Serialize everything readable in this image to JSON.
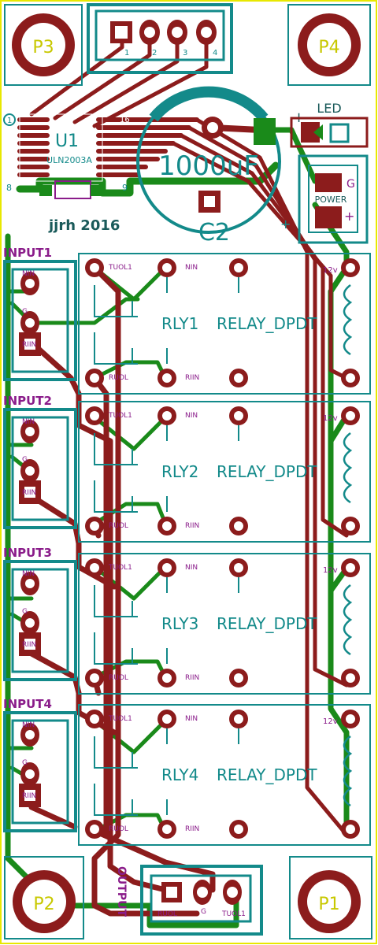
{
  "colors": {
    "background": "#ffffff",
    "board_edge": "#e8e800",
    "copper_front": "#8c1c1c",
    "copper_back": "#1a8a1a",
    "silkscreen_teal": "#138a8a",
    "silkscreen_purple": "#8a1c8a",
    "corner_label": "#c8c800",
    "dark_text": "#1a5a5a"
  },
  "mounting_holes": [
    {
      "id": "p3",
      "label": "P3"
    },
    {
      "id": "p4",
      "label": "P4"
    },
    {
      "id": "p2",
      "label": "P2"
    },
    {
      "id": "p1",
      "label": "P1"
    }
  ],
  "top_connector": {
    "pin_labels": [
      "1",
      "2",
      "3",
      "4"
    ]
  },
  "ic": {
    "ref": "U1",
    "value": "ULN2003A",
    "pin1": "1",
    "pin16": "16",
    "pin8": "8",
    "pin9": "9"
  },
  "credit": "jjrh 2016",
  "capacitor": {
    "ref": "C2",
    "value": "1000uF"
  },
  "led": {
    "label": "LED",
    "plus": "+"
  },
  "power_connector": {
    "label": "POWER",
    "minus": "G",
    "plus": "+",
    "side_plus": "+"
  },
  "relays": [
    {
      "ref": "RLY1",
      "value": "RELAY_DPDT",
      "input": "INPUT1",
      "pins": [
        "NIN",
        "G",
        "RIIN"
      ],
      "coil": "12v",
      "com_top": "TUOL1",
      "com_bot": "RUOL",
      "no": "NIN",
      "nc": "RIIN"
    },
    {
      "ref": "RLY2",
      "value": "RELAY_DPDT",
      "input": "INPUT2",
      "pins": [
        "NIN",
        "G",
        "RIIN"
      ],
      "coil": "12v",
      "com_top": "TUOL1",
      "com_bot": "RUOL",
      "no": "NIN",
      "nc": "RIIN"
    },
    {
      "ref": "RLY3",
      "value": "RELAY_DPDT",
      "input": "INPUT3",
      "pins": [
        "NIN",
        "G",
        "RIIN"
      ],
      "coil": "12v",
      "com_top": "TUOL1",
      "com_bot": "RUOL",
      "no": "NIN",
      "nc": "RIIN"
    },
    {
      "ref": "RLY4",
      "value": "RELAY_DPDT",
      "input": "INPUT4",
      "pins": [
        "NIN",
        "G",
        "RIIN"
      ],
      "coil": "12v",
      "com_top": "TUOL1",
      "com_bot": "RUOL",
      "no": "NIN",
      "nc": "RIIN"
    }
  ],
  "output_connector": {
    "label": "OUTPUT",
    "pins": [
      "RUOL",
      "G",
      "TUOL1"
    ]
  }
}
